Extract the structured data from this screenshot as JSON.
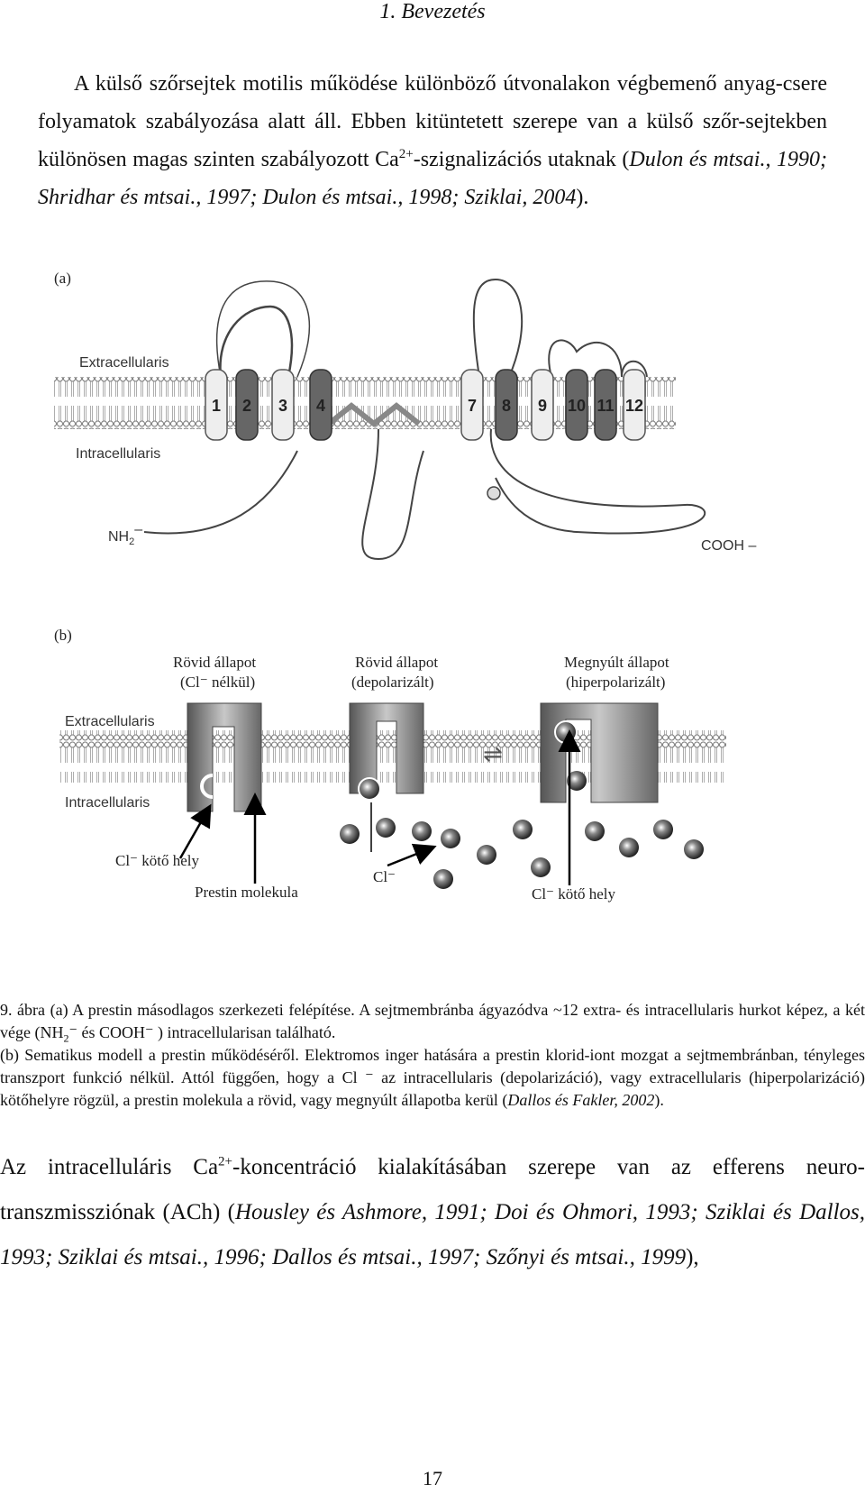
{
  "header": {
    "title": "1. Bevezetés"
  },
  "paragraph1": {
    "text_a": "A külső szőrsejtek motilis működése különböző útvonalakon végbemenő anyag-csere folyamatok szabályozása alatt áll. Ebben kitüntetett szerepe van a külső szőr-sejtekben különösen magas szinten szabályozott Ca",
    "sup": "2+",
    "text_b": "-szignalizációs utaknak (",
    "cite": "Dulon és mtsai., 1990; Shridhar és mtsai., 1997; Dulon és mtsai., 1998; Sziklai, 2004",
    "text_c": ")."
  },
  "figure": {
    "panel_a": {
      "label": "(a)",
      "extracellular": "Extracellularis",
      "intracellular": "Intracellularis",
      "nh2": "NH",
      "nh2_sub": "2",
      "nh2_charge": "–",
      "cooh": "COOH –",
      "helices": [
        "1",
        "2",
        "3",
        "4",
        "7",
        "8",
        "9",
        "10",
        "11",
        "12"
      ]
    },
    "panel_b": {
      "label": "(b)",
      "extracellular": "Extracellularis",
      "intracellular": "Intracellularis",
      "state1_line1": "Rövid állapot",
      "state1_line2": "(Cl⁻ nélkül)",
      "state2_line1": "Rövid állapot",
      "state2_line2": "(depolarizált)",
      "state3_line1": "Megnyúlt állapot",
      "state3_line2": "(hiperpolarizált)",
      "binding_site": "Cl⁻ kötő hely",
      "prestin": "Prestin molekula",
      "chloride": "Cl⁻",
      "binding_site2": "Cl⁻ kötő hely"
    }
  },
  "caption": {
    "line1a": "9. ábra   (a) A prestin másodlagos szerkezeti felépítése. A sejtmembránba ágyazódva ~12 extra- és intracellularis hurkot képez, a két vége (NH",
    "line1_sub": "2",
    "line1b": "⁻ és COOH⁻ ) intracellularisan található.",
    "line2a": "(b) Sematikus modell a prestin működéséről. Elektromos inger hatására a prestin klorid-iont mozgat a sejtmembránban, tényleges transzport funkció nélkül. Attól függően, hogy a Cl ⁻ az intracellularis (depolarizáció), vagy extracellularis (hiperpolarizáció) kötőhelyre rögzül, a prestin molekula a rövid, vagy megnyúlt állapotba kerül (",
    "cite": "Dallos és Fakler, 2002",
    "line2b": ")."
  },
  "paragraph2": {
    "text_a": "Az intracelluláris Ca",
    "sup": "2+",
    "text_b": "-koncentráció kialakításában szerepe van az efferens neuro-transzmissziónak (ACh) (",
    "cite": "Housley és Ashmore, 1991; Doi és Ohmori, 1993; Sziklai és Dallos, 1993;  Sziklai és mtsai., 1996;  Dallos és mtsai., 1997;  Szőnyi és mtsai., 1999",
    "text_c": "),"
  },
  "page": {
    "number": "17"
  }
}
